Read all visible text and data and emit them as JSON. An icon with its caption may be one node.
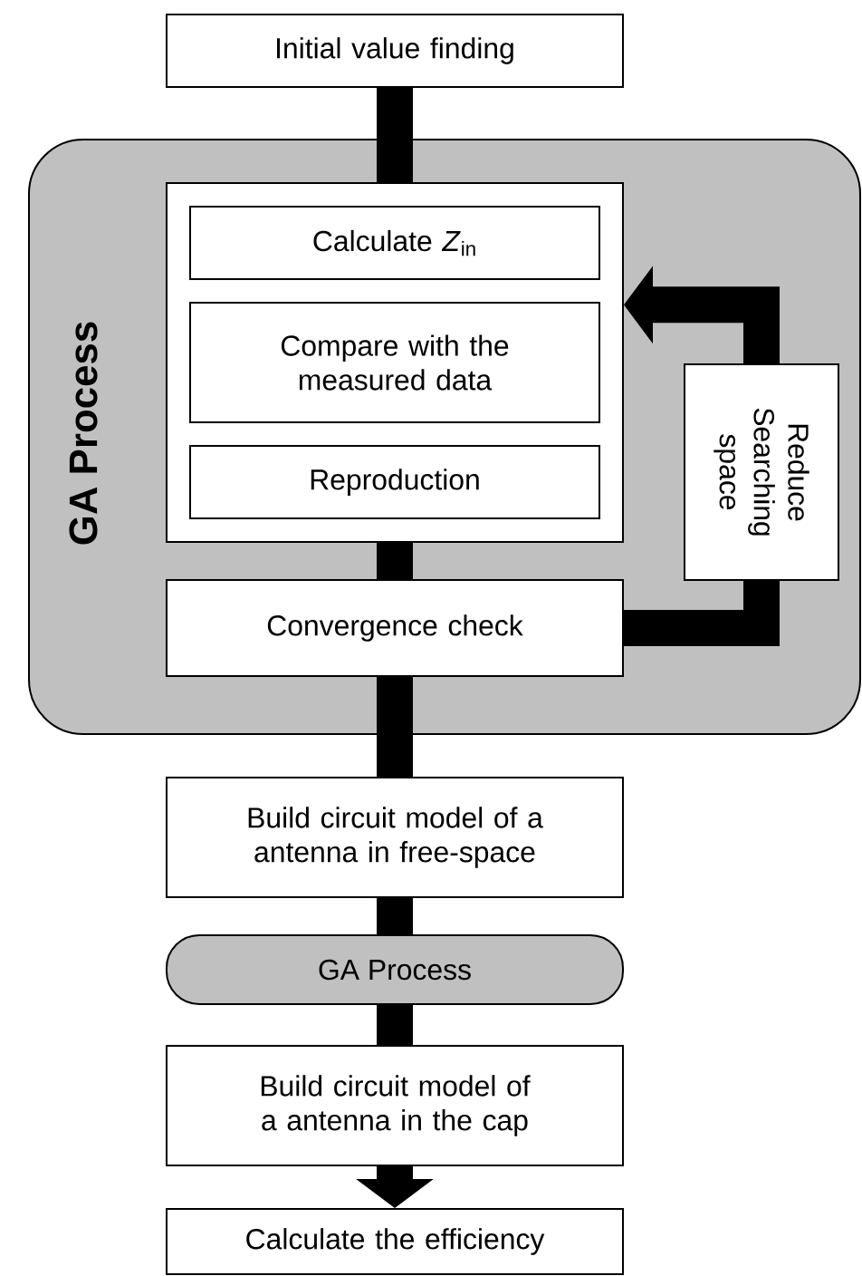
{
  "diagram": {
    "nodes": [
      {
        "text": [
          "Initial value finding"
        ]
      },
      {
        "text": [
          "GA Process"
        ]
      },
      {
        "text": [],
        "shape": "box",
        "in": 1
      },
      {
        "text": [
          "Calculate *Z*$_{in}$"
        ],
        "in": 2
      },
      {
        "text": [
          "Compare with the measured data"
        ],
        "in": 2
      },
      {
        "text": [
          "Reproduction"
        ],
        "in": 2
      },
      {
        "text": [
          "Convergence check"
        ],
        "in": 1
      },
      {
        "text": [
          "Reduce Searching space"
        ],
        "in": 1
      },
      {
        "text": [
          "Build circuit model of a antenna in free-space"
        ]
      },
      {
        "text": [
          "GA Process"
        ]
      },
      {
        "text": [
          "Build circuit model of a antenna in the cap"
        ]
      },
      {
        "text": [
          "Calculate the efficiency"
        ]
      }
    ],
    "edges": [
      {
        "from": 0,
        "to": 2,
        "arrow": "none"
      },
      {
        "from": 2,
        "to": 6,
        "arrow": "none"
      },
      {
        "from": 6,
        "to": 7,
        "arrow": "none"
      },
      {
        "from": 7,
        "to": 2,
        "arrow": "to"
      },
      {
        "from": 6,
        "to": 8,
        "arrow": "none"
      },
      {
        "from": 8,
        "to": 9,
        "arrow": "none"
      },
      {
        "from": 9,
        "to": 10,
        "arrow": "none"
      },
      {
        "from": 10,
        "to": 11,
        "arrow": "to"
      }
    ]
  }
}
